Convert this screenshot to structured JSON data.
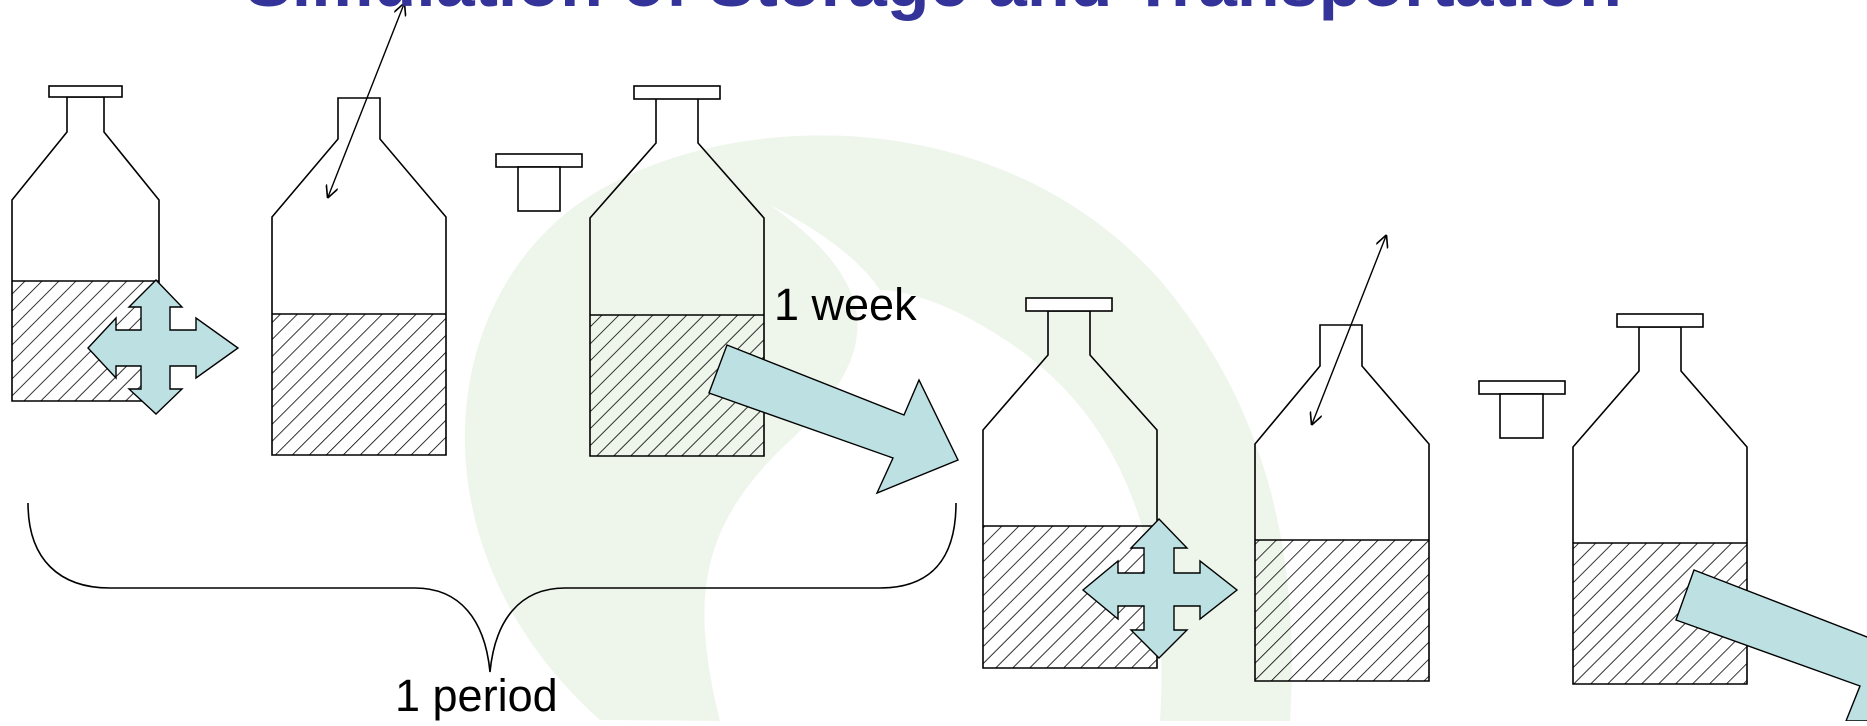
{
  "slide": {
    "title": "Simulation of Storage and Transportation",
    "title_color": "#33339a"
  },
  "labels": {
    "interval": "1 week",
    "cycle": "1 period"
  },
  "diagram": {
    "arrow_color": "#bde0e2",
    "background_mark_color": "#eef6ec",
    "icons": [
      "bottle",
      "cap",
      "shake-arrow",
      "open-close-arrow",
      "transport-arrow",
      "brace"
    ]
  }
}
